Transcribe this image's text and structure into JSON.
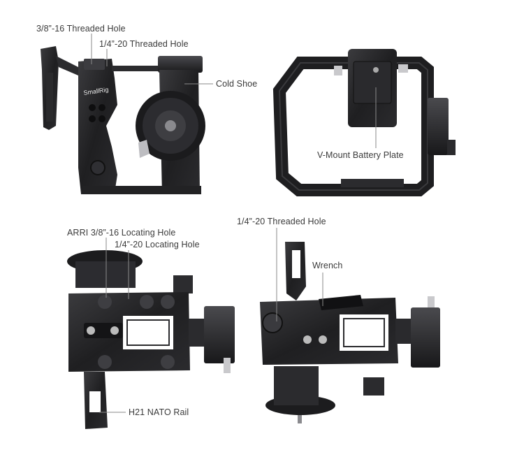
{
  "labels": {
    "threaded_3_8": "3/8”-16 Threaded Hole",
    "threaded_1_4_top": "1/4”-20 Threaded Hole",
    "cold_shoe": "Cold Shoe",
    "v_mount": "V-Mount Battery Plate",
    "arri_locating": "ARRI 3/8”-16 Locating Hole",
    "locating_1_4": "1/4”-20 Locating Hole",
    "threaded_1_4_bottom": "1/4”-20 Threaded Hole",
    "wrench": "Wrench",
    "nato_rail": "H21 NATO Rail"
  },
  "product_logo": "SmallRig",
  "colors": {
    "metal": "#1e1e20",
    "metal_light": "#3a3a3d",
    "line": "#8a8a8a",
    "text": "#3a3a3a"
  }
}
